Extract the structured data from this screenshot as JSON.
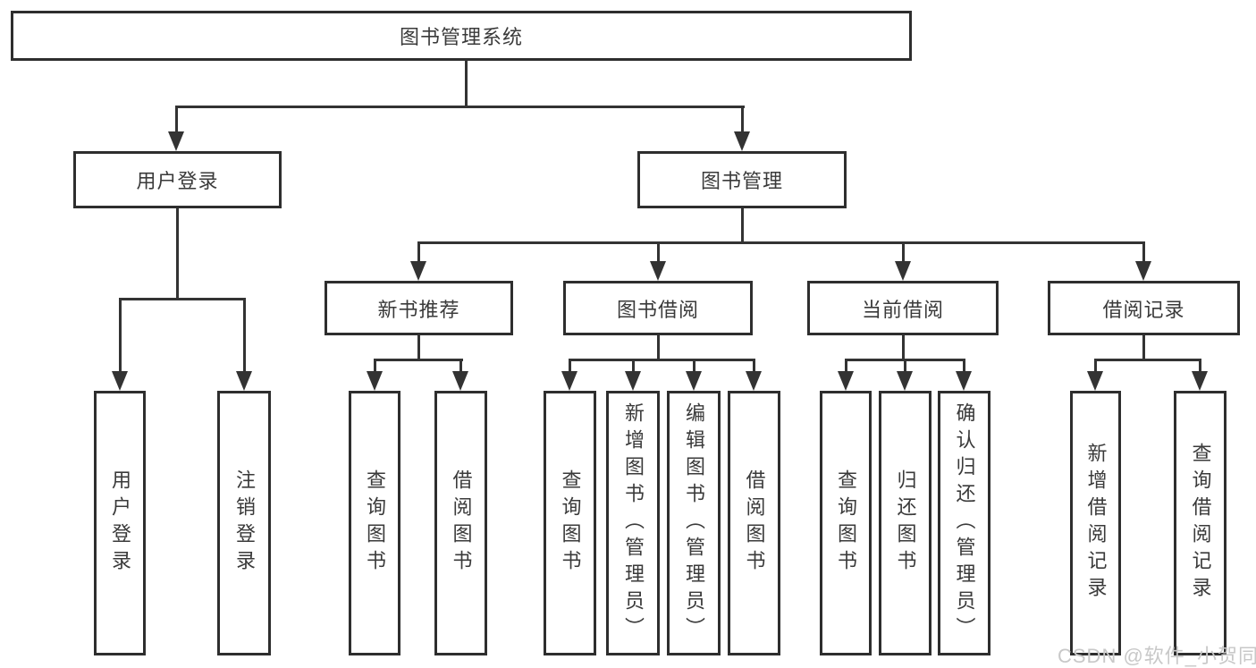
{
  "nodes": {
    "root": {
      "label": "图书管理系统"
    },
    "l2": [
      {
        "label": "用户登录"
      },
      {
        "label": "图书管理"
      }
    ],
    "l3": [
      {
        "label": "新书推荐"
      },
      {
        "label": "图书借阅"
      },
      {
        "label": "当前借阅"
      },
      {
        "label": "借阅记录"
      }
    ],
    "leaves": [
      {
        "label": "用户登录"
      },
      {
        "label": "注销登录"
      },
      {
        "label": "查询图书"
      },
      {
        "label": "借阅图书"
      },
      {
        "label": "查询图书"
      },
      {
        "label": "新增图书（管理员）"
      },
      {
        "label": "编辑图书（管理员）"
      },
      {
        "label": "借阅图书"
      },
      {
        "label": "查询图书"
      },
      {
        "label": "归还图书"
      },
      {
        "label": "确认归还（管理员）"
      },
      {
        "label": "新增借阅记录"
      },
      {
        "label": "查询借阅记录"
      }
    ]
  },
  "icons": {
    "connector_arrow": "arrow-down-triangle"
  },
  "watermark": {
    "text": "CSDN @软件_小贺同学"
  },
  "colors": {
    "line": "#333333",
    "border": "#2e2e2e",
    "text": "#3a3a3a",
    "watermark": "#c8c8c8",
    "background": "#ffffff"
  }
}
